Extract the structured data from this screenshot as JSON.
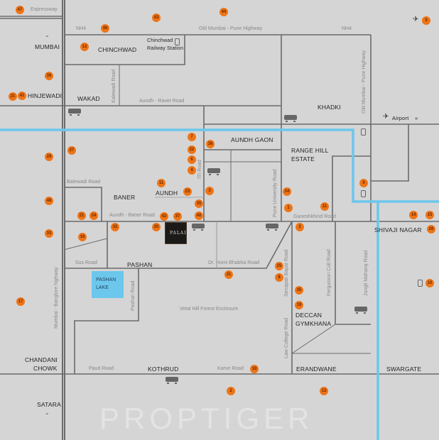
{
  "watermark": "PROPTIGER",
  "project_logo_text": "PALAIS",
  "colors": {
    "background": "#d5d5d5",
    "road": "#6b6b6b",
    "river": "#6cc7ec",
    "marker": "#ee7416"
  },
  "places": {
    "mumbai": "MUMBAI",
    "chinchwad": "CHINCHWAD",
    "chinchwad_station_1": "Chinchwad",
    "chinchwad_station_2": "Railway Station",
    "hinjewadi": "HINJEWADI",
    "wakad": "WAKAD",
    "khadki": "KHADKI",
    "aundh_gaon": "AUNDH GAON",
    "range_hill_1": "RANGE HILL",
    "range_hill_2": "ESTATE",
    "baner": "BANER",
    "aundh": "AUNDH",
    "pashan": "PASHAN",
    "pashan_lake_1": "PASHAN",
    "pashan_lake_2": "LAKE",
    "shivaji_nagar": "SHIVAJI NAGAR",
    "deccan_1": "DECCAN",
    "deccan_2": "GYMKHANA",
    "chandani_1": "CHANDANI",
    "chandani_2": "CHOWK",
    "kothrud": "KOTHRUD",
    "erandwane": "ERANDWANE",
    "swargate": "SWARGATE",
    "satara": "SATARA",
    "airport": "Airport"
  },
  "roads": {
    "expressway": "Expressway",
    "nh4_a": "NH4",
    "nh4_b": "NH4",
    "old_mumbai_pune": "Old Mumbai - Pune Highway",
    "old_mumbai_pune_v": "Old Mumbai - Pune Highway",
    "kalewadi": "Kalewadi Road",
    "aundh_ravet": "Aundh - Ravet Road",
    "balewadi": "Balewadi Road",
    "iti": "ITI Road",
    "pune_university": "Pune University Road",
    "ganeshkhind": "Ganeshkhind Road",
    "aundh_baner": "Aundh - Baner Road",
    "sus": "Sus Road",
    "homi_bhabha": "Dr. Homi Bhabha Road",
    "mumbai_bangalore": "Mumbai - Banglore highway",
    "pashan_road": "Pashan Road",
    "vetal_hill": "Vetal Hill Forest Enclosure",
    "senapati_bapat": "Senapati Bapat Road",
    "fergusson": "Fergusson Coll Road",
    "jungli_maharaj": "Jungli Maharaj Road",
    "law_college": "Law College Road",
    "paud": "Paud Road",
    "karve": "Karve Road"
  },
  "markers": [
    "47",
    "43",
    "44",
    "46",
    "5",
    "12",
    "36",
    "21",
    "41",
    "7",
    "22",
    "6",
    "4",
    "38",
    "27",
    "29",
    "11",
    "23",
    "3",
    "34",
    "1",
    "11",
    "9",
    "48",
    "21",
    "24",
    "42",
    "37",
    "35",
    "40",
    "14",
    "15",
    "33",
    "16",
    "32",
    "20",
    "2",
    "26",
    "25",
    "8",
    "31",
    "35",
    "19",
    "10",
    "17",
    "18",
    "2",
    "13"
  ]
}
